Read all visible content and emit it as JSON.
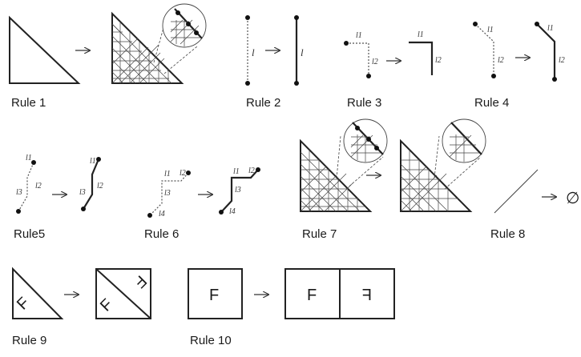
{
  "rules": {
    "r1": "Rule 1",
    "r2": "Rule 2",
    "r3": "Rule 3",
    "r4": "Rule 4",
    "r5": "Rule5",
    "r6": "Rule 6",
    "r7": "Rule 7",
    "r8": "Rule 8",
    "r9": "Rule 9",
    "r10": "Rule 10"
  },
  "symbols": {
    "l": "l",
    "l1": "l1",
    "l2": "l2",
    "l3": "l3",
    "l4": "l4",
    "empty_set": "∅",
    "arrow": "→",
    "f": "F",
    "f_mirrored": "ꟻ"
  }
}
